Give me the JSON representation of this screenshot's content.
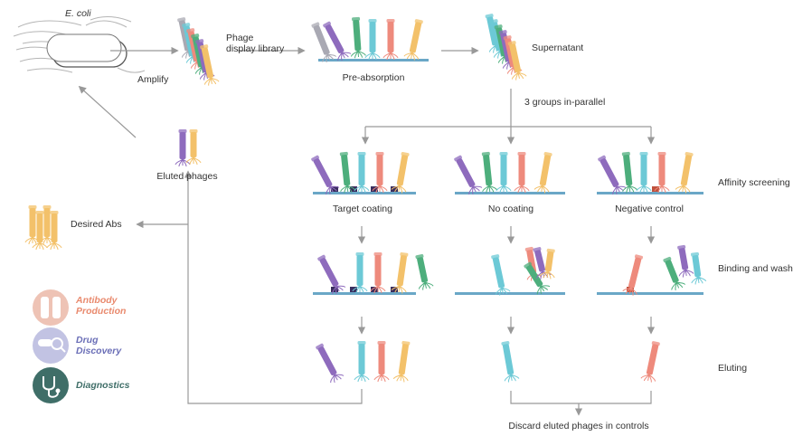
{
  "labels": {
    "ecoli": "E. coli",
    "amplify": "Amplify",
    "library_line1": "Phage",
    "library_line2": "display library",
    "preabsorption": "Pre-absorption",
    "supernatant": "Supernatant",
    "groups": "3 groups in-parallel",
    "eluted_phages": "Eluted phages",
    "desired_abs": "Desired Abs",
    "target_coating": "Target coating",
    "no_coating": "No coating",
    "negative_control": "Negative  control",
    "discard": "Discard eluted phages in controls"
  },
  "stages": {
    "affinity": "Affinity screening",
    "binding": "Binding and wash",
    "eluting": "Eluting"
  },
  "applications": [
    {
      "line1": "Antibody",
      "line2": "Production",
      "color": "#e98a6e",
      "bg": "#eec3b5",
      "icon": "antibody-production-icon"
    },
    {
      "line1": "Drug",
      "line2": "Discovery",
      "color": "#6b6fb7",
      "bg": "#c2c3e3",
      "icon": "drug-discovery-icon"
    },
    {
      "line1": "Diagnostics",
      "line2": "",
      "color": "#3f6e68",
      "bg": "#3f6e68",
      "icon": "diagnostics-icon"
    }
  ],
  "colors": {
    "purple": "#8e6bbd",
    "green": "#4dae7c",
    "cyan": "#6cc9d6",
    "salmon": "#ee8a7c",
    "yellow": "#f3c16a",
    "grey": "#a9a9b3",
    "plate": "#6aa7c7",
    "arrow": "#999999",
    "target": "#3a2e5e",
    "negative_target": "#c0513d"
  }
}
